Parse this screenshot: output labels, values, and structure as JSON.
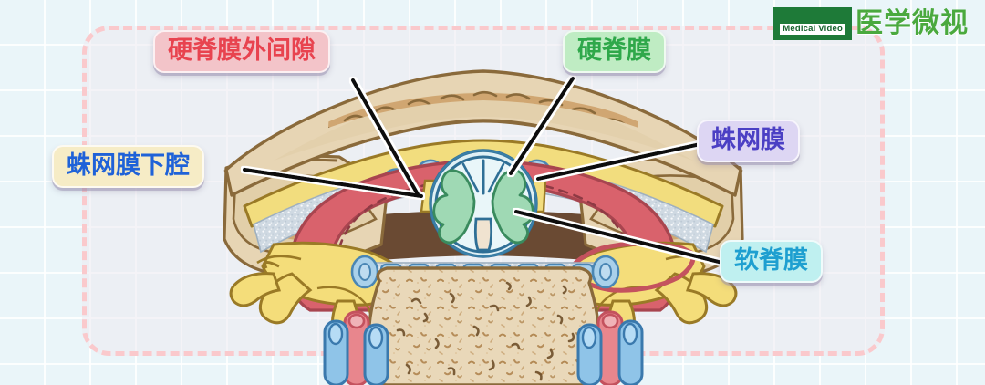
{
  "brand": {
    "badge_text": "Medical Video",
    "name_cn": "医学微视",
    "badge_color": "#1e7a38",
    "name_color": "#4aa93e"
  },
  "frame": {
    "border_color": "#fac9cc",
    "fill_color": "#ece9f0"
  },
  "background": {
    "color": "#eaf5f9",
    "grid_line_color": "#ffffff",
    "grid_size": 50
  },
  "labels": [
    {
      "id": "epidural",
      "text": "硬脊膜外间隙",
      "text_color": "#e8434f",
      "box_color": "#f3c4c9",
      "target": "epidural-space"
    },
    {
      "id": "dura",
      "text": "硬脊膜",
      "text_color": "#2fa84a",
      "box_color": "#bfecc3",
      "target": "dura-mater"
    },
    {
      "id": "arachnoid",
      "text": "蛛网膜",
      "text_color": "#4b3fc4",
      "box_color": "#ddd6f3",
      "target": "arachnoid-mater"
    },
    {
      "id": "subarachnoid",
      "text": "蛛网膜下腔",
      "text_color": "#1f62d8",
      "box_color": "#f6ecc6",
      "target": "subarachnoid-space"
    },
    {
      "id": "pia",
      "text": "软脊膜",
      "text_color": "#1e9fd0",
      "box_color": "#bff0f0",
      "target": "pia-mater"
    }
  ],
  "illustration": {
    "title": "spinal-cord-cross-section",
    "colors": {
      "bone_light": "#e7d3ae",
      "bone_mid": "#dcc49b",
      "bone_outline": "#8a6a3b",
      "trabecular": "#c49a62",
      "vertebral_body": "#e8d6b4",
      "dura": "#d9626c",
      "dura_outline": "#a8454f",
      "epidural_fat": "#a9d0ea",
      "csf": "#dff0f5",
      "gray_matter": "#9fd9b4",
      "gray_matter_outline": "#3a8b5e",
      "cord_outline": "#2f6f96",
      "ligament_yellow": "#f2dd7e",
      "nerve_yellow": "#f4dd7a",
      "nerve_outline": "#9a7a26",
      "artery": "#e8868d",
      "vein": "#8fc4e8",
      "dark_space": "#6a4a33",
      "granular": "#cfd9e2"
    },
    "structures": [
      "spinous-process",
      "lamina",
      "ligamentum-flavum",
      "epidural-fat",
      "dura-mater",
      "arachnoid-mater",
      "subarachnoid-space",
      "pia-mater",
      "spinal-cord",
      "gray-matter",
      "facet-joint",
      "transverse-process",
      "spinal-nerve-root",
      "vertebral-body",
      "segmental-artery",
      "segmental-vein"
    ]
  }
}
